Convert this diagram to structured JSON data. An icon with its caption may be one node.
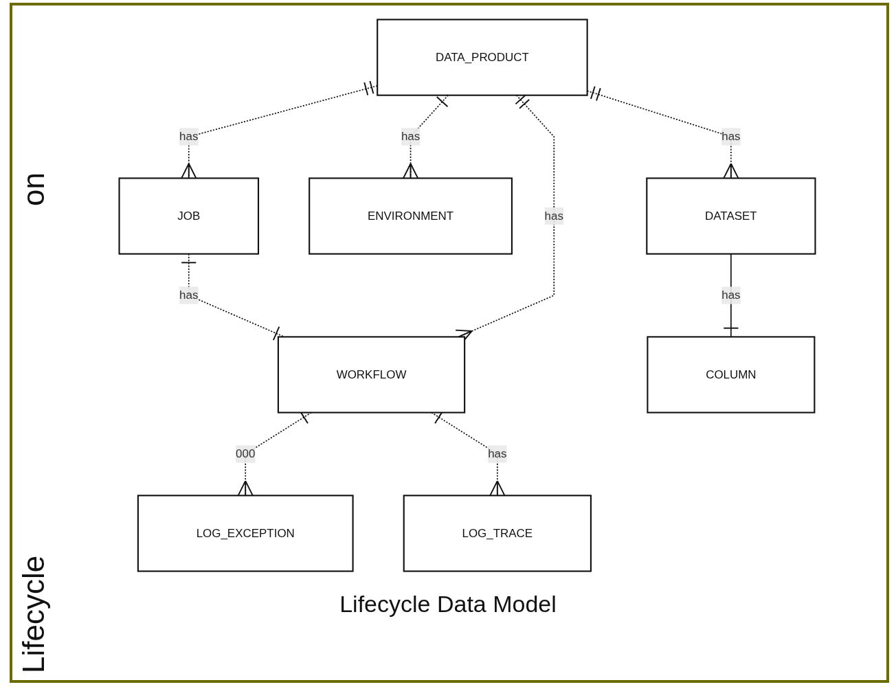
{
  "diagram": {
    "caption": "Lifecycle Data Model",
    "nodes": [
      {
        "text": [
          "JOB"
        ]
      },
      {
        "text": [
          "DATA_PRODUCT"
        ]
      },
      {
        "text": [
          "WORKFLOW"
        ]
      },
      {
        "text": [
          "ENVIRONMENT"
        ]
      },
      {
        "text": [
          "DATASET"
        ]
      },
      {
        "text": [
          "LOG_EXCEPTION"
        ]
      },
      {
        "text": [
          "LOG_TRACE"
        ]
      },
      {
        "text": [
          "COLUMN"
        ]
      }
    ],
    "edges": [
      {
        "from": 1,
        "to": 0,
        "arrow": "other",
        "label": "has",
        "style": "dashed"
      },
      {
        "from": 0,
        "to": 2,
        "arrow": "other",
        "label": "has",
        "style": "dashed"
      },
      {
        "from": 1,
        "to": 2,
        "arrow": "other",
        "label": "has",
        "style": "dashed"
      },
      {
        "from": 1,
        "to": 3,
        "arrow": "other",
        "label": "has",
        "style": "dashed"
      },
      {
        "from": 1,
        "to": 4,
        "arrow": "other",
        "label": "has",
        "style": "dashed"
      },
      {
        "from": 2,
        "to": 5,
        "arrow": "other",
        "label": "000",
        "style": "dashed"
      },
      {
        "from": 2,
        "to": 6,
        "arrow": "other",
        "label": "has",
        "style": "dashed"
      },
      {
        "from": 4,
        "to": 7,
        "arrow": "other",
        "label": "has"
      }
    ],
    "labels": [
      "on",
      "Lifecycle"
    ]
  }
}
